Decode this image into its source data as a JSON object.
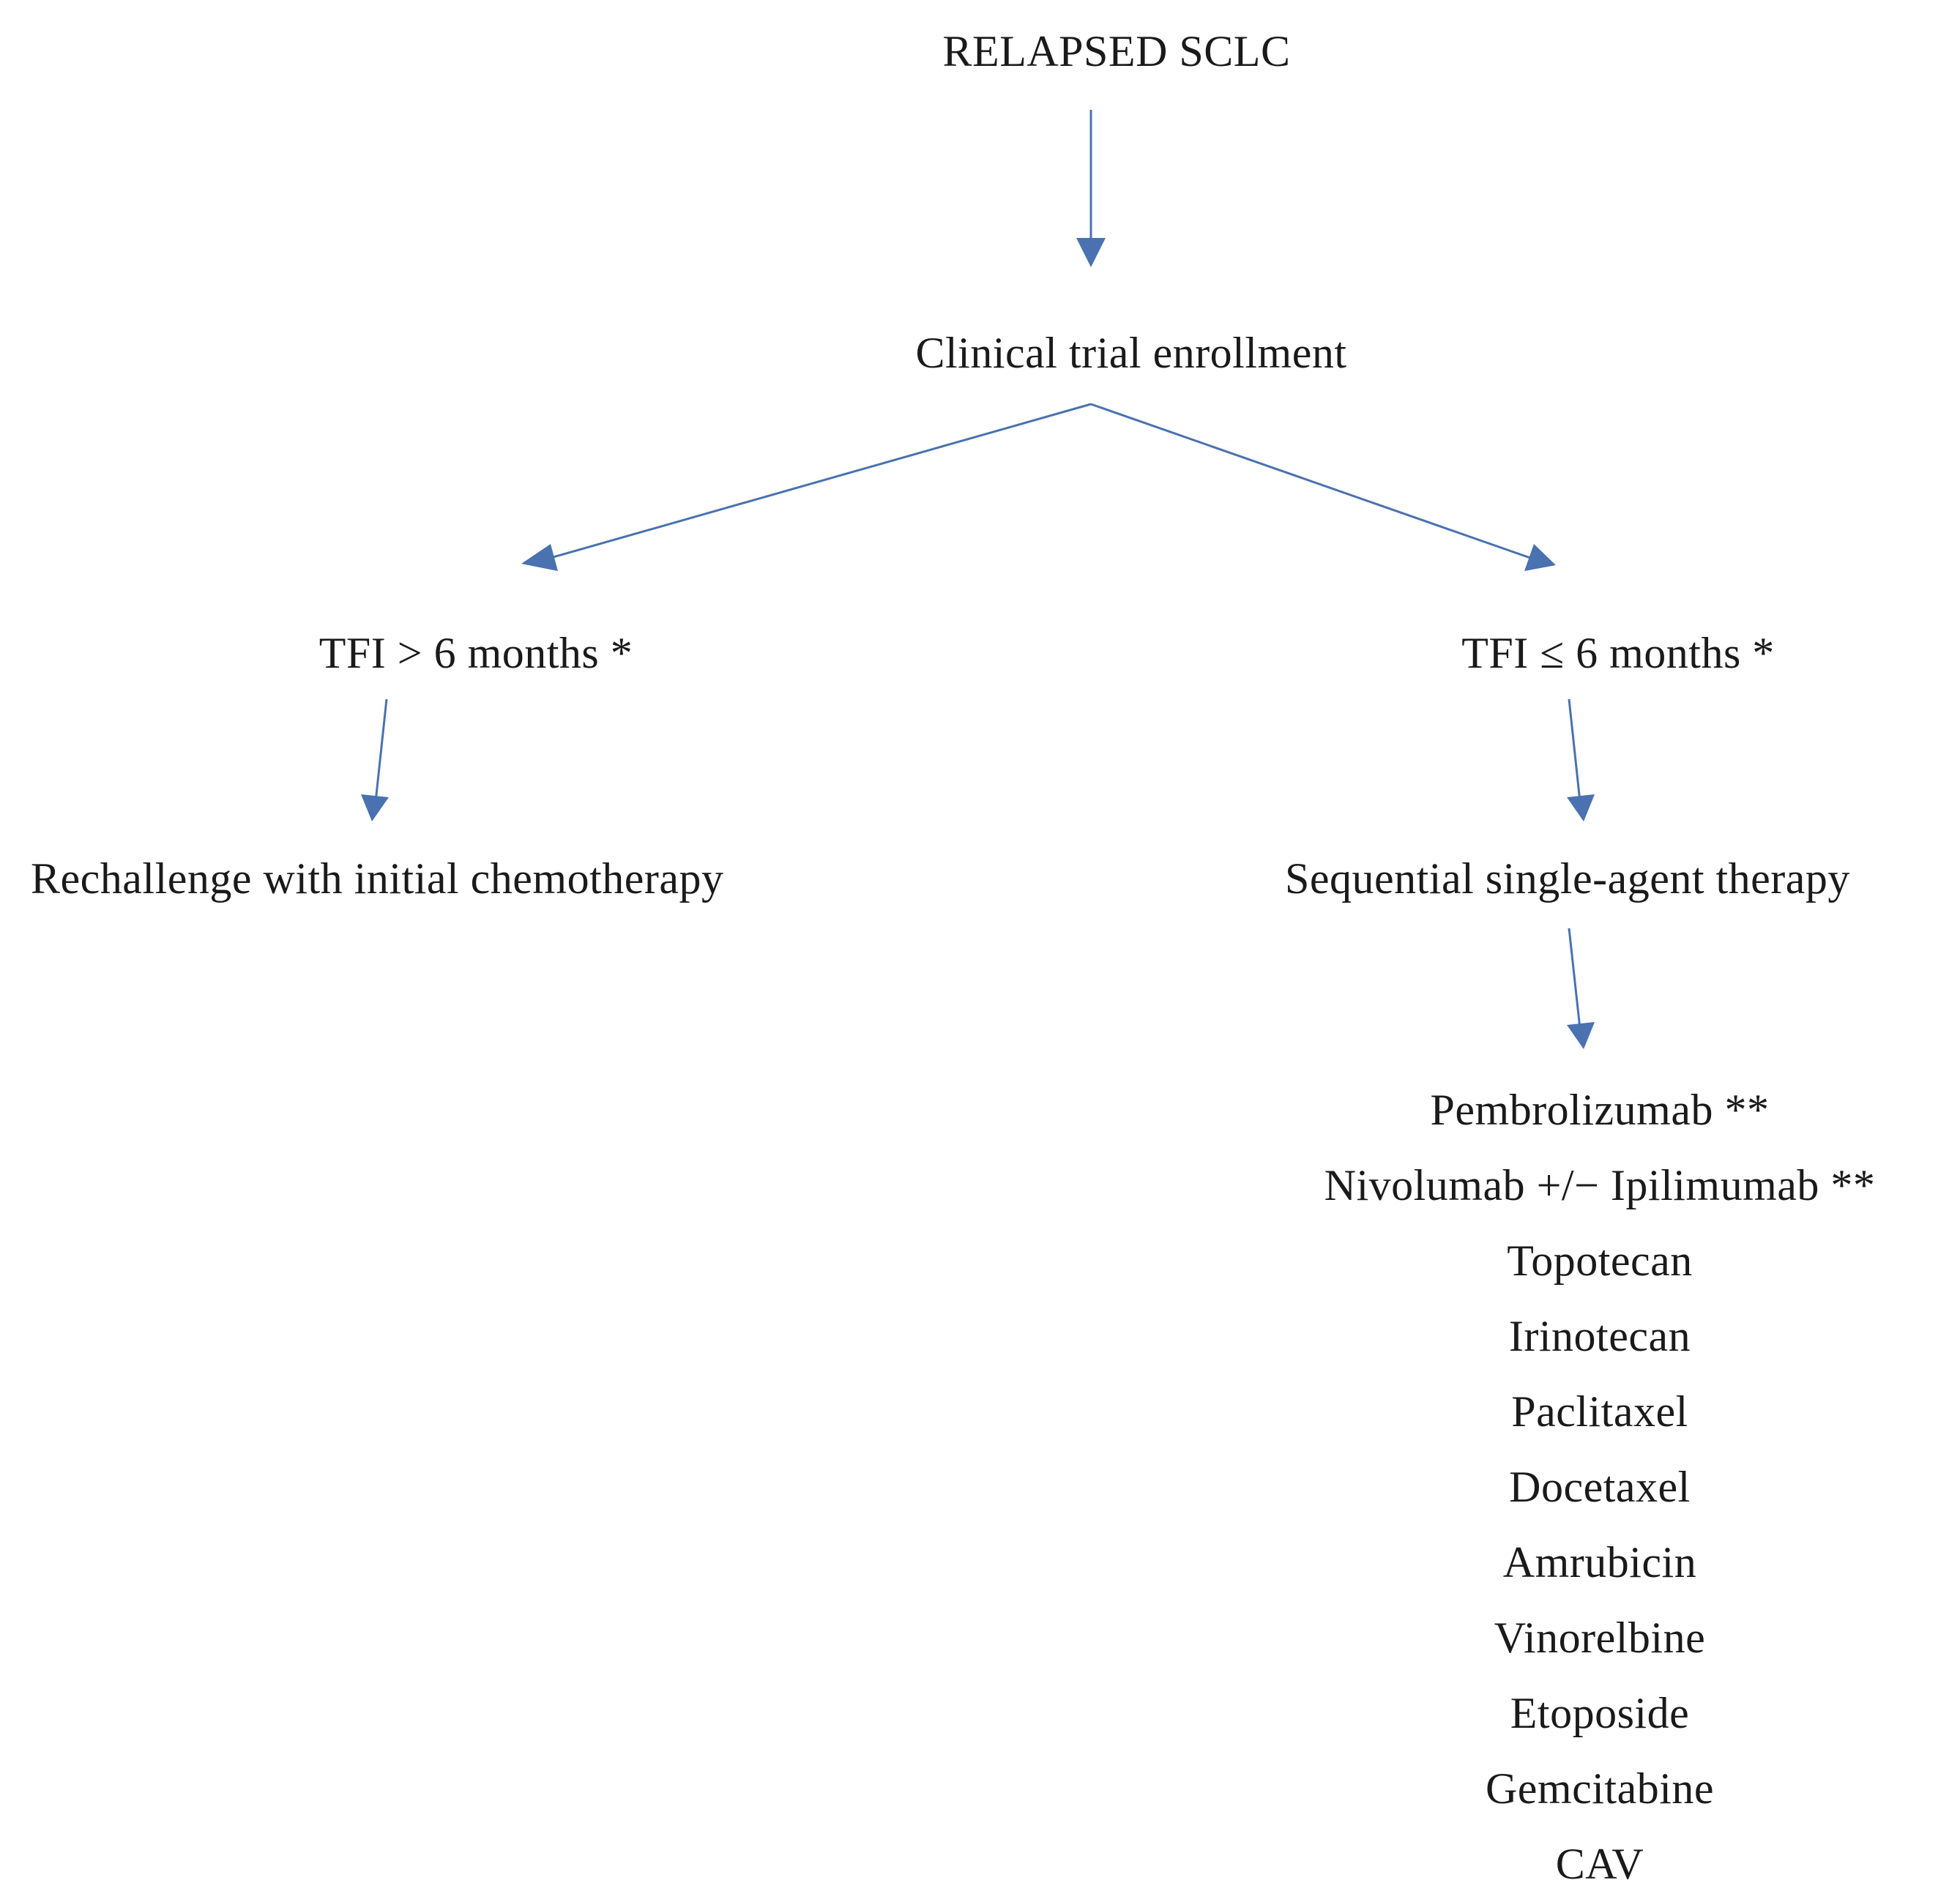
{
  "root": {
    "label": "RELAPSED SCLC"
  },
  "trial": {
    "label": "Clinical trial enrollment"
  },
  "branches": {
    "left": {
      "condition": "TFI > 6 months *",
      "therapy": "Rechallenge with initial chemotherapy"
    },
    "right": {
      "condition": "TFI ≤ 6 months *",
      "therapy": "Sequential single-agent therapy",
      "agents": [
        "Pembrolizumab **",
        "Nivolumab +/− Ipilimumab **",
        "Topotecan",
        "Irinotecan",
        "Paclitaxel",
        "Docetaxel",
        "Amrubicin",
        "Vinorelbine",
        "Etoposide",
        "Gemcitabine",
        "CAV"
      ]
    }
  },
  "colors": {
    "arrow": "#4a72b0",
    "text": "#1a1a1a"
  }
}
